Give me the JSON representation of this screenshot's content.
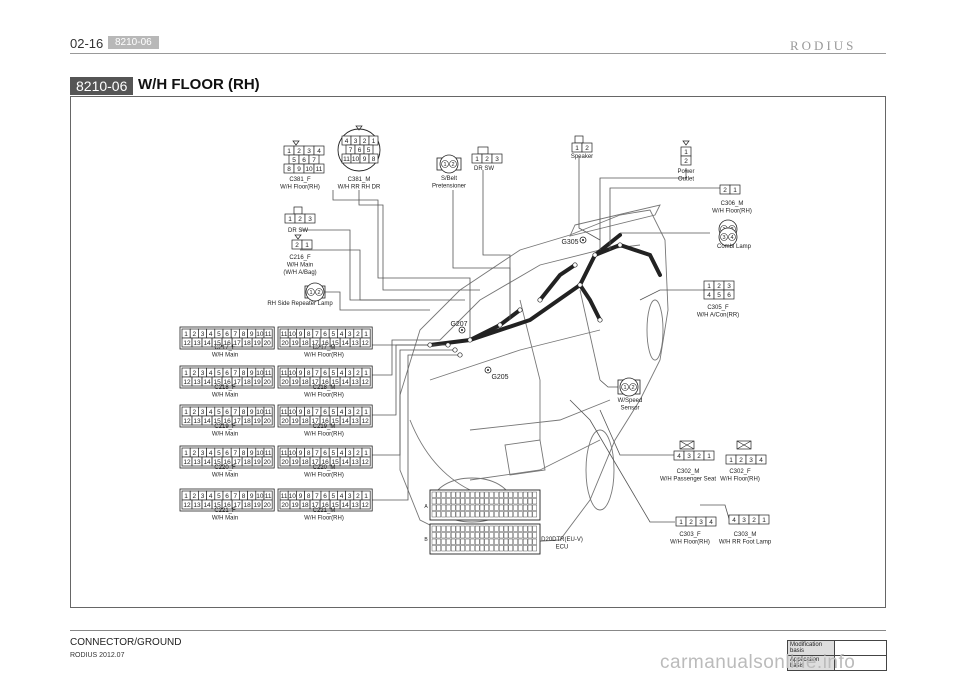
{
  "header": {
    "page_no": "02-16",
    "section_tag": "8210-06",
    "brand": "RODIUS"
  },
  "section": {
    "tag": "8210-06",
    "title": "W/H FLOOR (RH)"
  },
  "footer": {
    "section": "CONNECTOR/GROUND",
    "subtitle": "RODIUS 2012.07",
    "mod_basis": "Modification basis",
    "app_basis": "Application basis"
  },
  "watermark": "carmanualsonline.info",
  "diagram": {
    "connectors": {
      "c381f": [
        "C381_F",
        "W/H Floor(RH)"
      ],
      "c381m": [
        "C381_M",
        "W/H RR RH DR"
      ],
      "sbelt": [
        "S/Belt",
        "Pretensioner"
      ],
      "drsw_top": [
        "DR SW"
      ],
      "speaker": [
        "Speaker"
      ],
      "power": [
        "Power",
        "Outlet"
      ],
      "c306": [
        "C306_M",
        "W/H Floor(RH)"
      ],
      "combi": [
        "Combi Lamp"
      ],
      "drsw_left": [
        "DR SW"
      ],
      "c216": [
        "C216_F",
        "W/H Main",
        "(W/H A/Bag)"
      ],
      "rhside": [
        "RH Side Repeater Lamp"
      ],
      "c305": [
        "C305_F",
        "W/H A/Con(RR)"
      ],
      "c217f": [
        "C217_F",
        "W/H Main"
      ],
      "c217m": [
        "C217_M",
        "W/H Floor(RH)"
      ],
      "c218f": [
        "C218_F",
        "W/H Main"
      ],
      "c218m": [
        "C218_M",
        "W/H Floor(RH)"
      ],
      "c219f": [
        "C219_F",
        "W/H Main"
      ],
      "c219m": [
        "C219_M",
        "W/H Floor(RH)"
      ],
      "c220f": [
        "C220_F",
        "W/H Main"
      ],
      "c220m": [
        "C220_M",
        "W/H Floor(RH)"
      ],
      "c221f": [
        "C221_F",
        "W/H Main"
      ],
      "c221m": [
        "C221_M",
        "W/H Floor(RH)"
      ],
      "wspeed": [
        "W/Speed",
        "Sensor"
      ],
      "c302m": [
        "C302_M",
        "W/H Passenger Seat"
      ],
      "c302f": [
        "C302_F",
        "W/H Floor(RH)"
      ],
      "ecu": [
        "D20DTR(EU-V)",
        "ECU"
      ],
      "c303f": [
        "C303_F",
        "W/H Floor(RH)"
      ],
      "c303m": [
        "C303_M",
        "W/H RR Foot Lamp"
      ]
    },
    "grounds": {
      "g305": "G305",
      "g207": "G207",
      "g205": "G205"
    },
    "pins": {
      "c381f_r1": [
        "1",
        "2",
        "3",
        "4"
      ],
      "c381f_r2": [
        "5",
        "6",
        "7"
      ],
      "c381f_r3": [
        "8",
        "9",
        "10",
        "11"
      ],
      "c381m_r1": [
        "4",
        "3",
        "2",
        "1"
      ],
      "c381m_r2": [
        "7",
        "6",
        "5"
      ],
      "c381m_r3": [
        "11",
        "10",
        "9",
        "8"
      ],
      "p3": [
        "1",
        "2",
        "3"
      ],
      "p2": [
        "1",
        "2"
      ],
      "p21": [
        "2",
        "1"
      ],
      "p4": [
        "1",
        "2",
        "3",
        "4"
      ],
      "p4r": [
        "4",
        "3",
        "2",
        "1"
      ],
      "p6a": [
        "1",
        "2",
        "3"
      ],
      "p6b": [
        "4",
        "5",
        "6"
      ],
      "combi_a": [
        "1",
        "2"
      ],
      "combi_b": [
        "3",
        "4"
      ],
      "f20_top": [
        "1",
        "2",
        "3",
        "4",
        "5",
        "6",
        "7",
        "8",
        "9",
        "10",
        "11"
      ],
      "f20_bot": [
        "12",
        "13",
        "14",
        "15",
        "16",
        "17",
        "18",
        "19",
        "20"
      ],
      "m20_top": [
        "11",
        "10",
        "9",
        "8",
        "7",
        "6",
        "5",
        "4",
        "3",
        "2",
        "1"
      ],
      "m20_bot": [
        "20",
        "19",
        "18",
        "17",
        "16",
        "15",
        "14",
        "13",
        "12"
      ]
    },
    "ecu_rows": [
      "A",
      "B"
    ]
  }
}
